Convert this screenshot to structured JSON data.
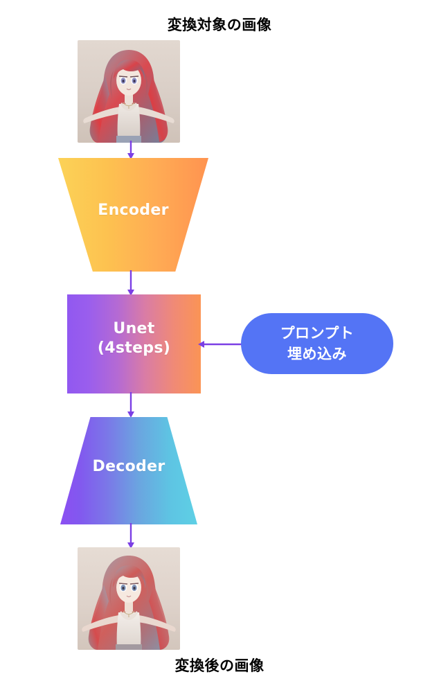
{
  "diagram": {
    "title_top": "変換対象の画像",
    "title_bottom": "変換後の画像",
    "accent_arrow_color": "#7b3fe4",
    "background": "#ffffff"
  },
  "nodes": {
    "input_image": {
      "name": "input-image",
      "caption": "変換対象の画像",
      "description": "anime-style girl with long multicolor hair, arms outstretched"
    },
    "encoder": {
      "label": "Encoder",
      "shape": "inverted-trapezoid",
      "gradient_from": "#fcd257",
      "gradient_to": "#ff9350"
    },
    "unet": {
      "label_line1": "Unet",
      "label_line2": "(4steps)",
      "shape": "rectangle",
      "gradient_from": "#9158f0",
      "gradient_to": "#fb9455"
    },
    "decoder": {
      "label": "Decoder",
      "shape": "trapezoid",
      "gradient_from": "#8c4ff2",
      "gradient_to": "#5ed0e5"
    },
    "prompt_embedding": {
      "label_line1": "プロンプト",
      "label_line2": "埋め込み",
      "shape": "pill",
      "fill": "#5474f5"
    },
    "output_image": {
      "name": "output-image",
      "caption": "変換後の画像",
      "description": "softer repainted anime-style girl with long multicolor hair"
    }
  },
  "edges": [
    {
      "name": "input-to-encoder",
      "from": "input_image",
      "to": "encoder",
      "direction": "down"
    },
    {
      "name": "encoder-to-unet",
      "from": "encoder",
      "to": "unet",
      "direction": "down"
    },
    {
      "name": "prompt-to-unet",
      "from": "prompt_embedding",
      "to": "unet",
      "direction": "left"
    },
    {
      "name": "unet-to-decoder",
      "from": "unet",
      "to": "decoder",
      "direction": "down"
    },
    {
      "name": "decoder-to-output",
      "from": "decoder",
      "to": "output_image",
      "direction": "down"
    }
  ]
}
